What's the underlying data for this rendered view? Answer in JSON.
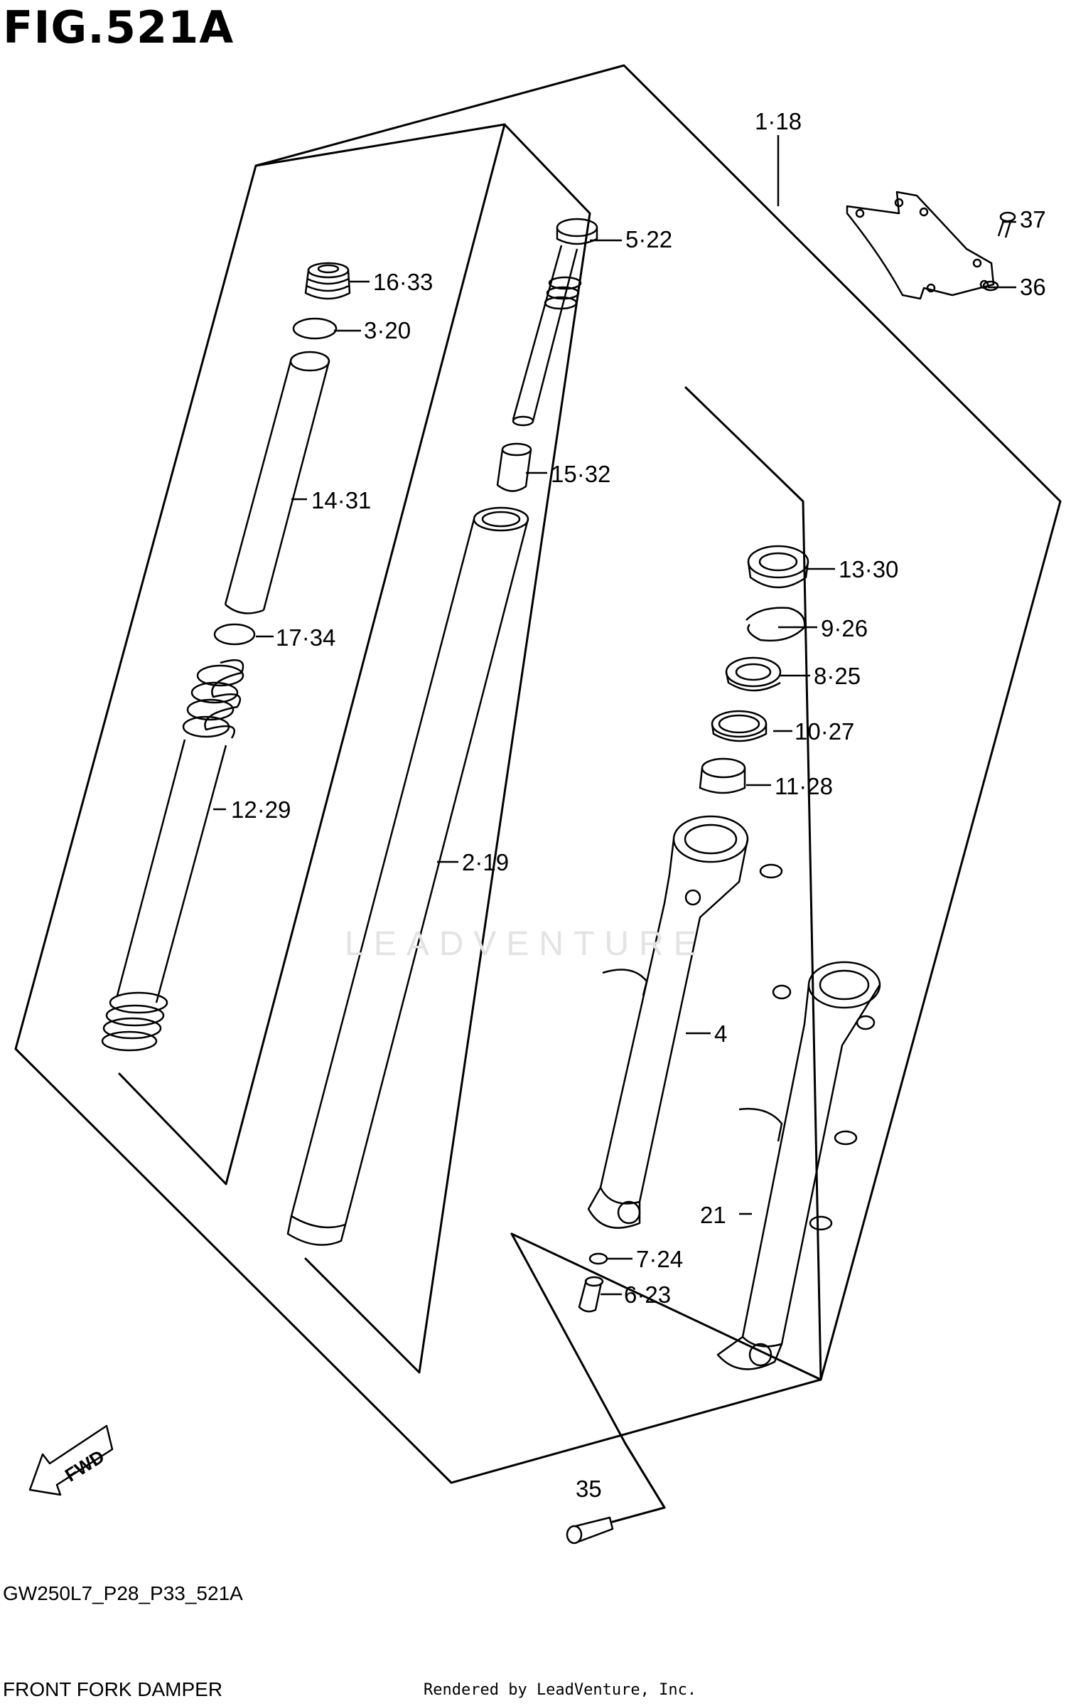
{
  "figure": {
    "title": "FIG.521A",
    "model_code": "GW250L7_P28_P33_521A",
    "assembly_name": "FRONT FORK DAMPER",
    "render_credit": "Rendered by LeadVenture, Inc.",
    "watermark": "LEADVENTURE",
    "direction_badge": "FWD"
  },
  "callouts": [
    {
      "id": "c1",
      "text": "1·18"
    },
    {
      "id": "c2",
      "text": "5·22"
    },
    {
      "id": "c3",
      "text": "37"
    },
    {
      "id": "c4",
      "text": "16·33"
    },
    {
      "id": "c5",
      "text": "36"
    },
    {
      "id": "c6",
      "text": "3·20"
    },
    {
      "id": "c7",
      "text": "15·32"
    },
    {
      "id": "c8",
      "text": "14·31"
    },
    {
      "id": "c9",
      "text": "13·30"
    },
    {
      "id": "c10",
      "text": "9·26"
    },
    {
      "id": "c11",
      "text": "17·34"
    },
    {
      "id": "c12",
      "text": "8·25"
    },
    {
      "id": "c13",
      "text": "10·27"
    },
    {
      "id": "c14",
      "text": "11·28"
    },
    {
      "id": "c15",
      "text": "12·29"
    },
    {
      "id": "c16",
      "text": "2·19"
    },
    {
      "id": "c17",
      "text": "4"
    },
    {
      "id": "c18",
      "text": "21"
    },
    {
      "id": "c19",
      "text": "7·24"
    },
    {
      "id": "c20",
      "text": "6·23"
    },
    {
      "id": "c21",
      "text": "35"
    }
  ],
  "colors": {
    "line": "#000000",
    "background": "#ffffff",
    "watermark": "#e3e3e3"
  }
}
